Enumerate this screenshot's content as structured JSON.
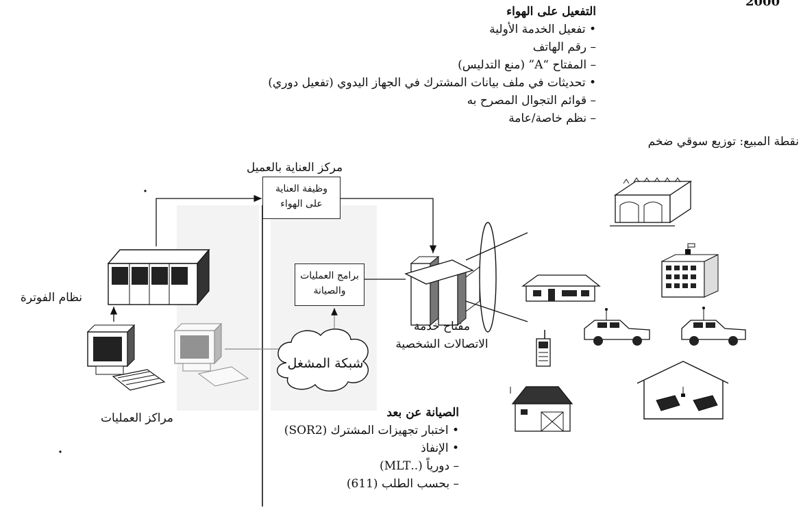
{
  "corner_year": "2000",
  "ota": {
    "heading": "التفعيل على الهواء",
    "items": [
      "• تفعيل الخدمة الأولية",
      "– رقم الهاتف",
      "– المفتاح “A” (منع التدليس)",
      "• تحديثات في ملف بيانات المشترك في الجهاز اليدوي (تفعيل دوري)",
      "– قوائم التجوال المصرح به",
      "– نظم خاصة/عامة"
    ]
  },
  "pos_label": "نقطة المبيع: توزيع سوقي ضخم",
  "customer_care_label": "مركز العناية بالعميل",
  "ota_box": {
    "line1": "وظيفة العناية",
    "line2": "على الهواء"
  },
  "om_box": {
    "line1": "برامج العمليات",
    "line2": "والصيانة"
  },
  "billing_label": "نظام الفوترة",
  "switch_label": {
    "line1": "مفتاح خدمة",
    "line2": "الاتصالات الشخصية"
  },
  "network_label": "شبكة المشغل",
  "ops_centers_label": "مراكز العمليات",
  "remote": {
    "heading": "الصيانة عن بعد",
    "items": [
      "• اختبار تجهيزات المشترك (SOR2)",
      "• الإنفاذ",
      "– دورياً (..MLT)",
      "– بحسب الطلب (611)"
    ]
  }
}
